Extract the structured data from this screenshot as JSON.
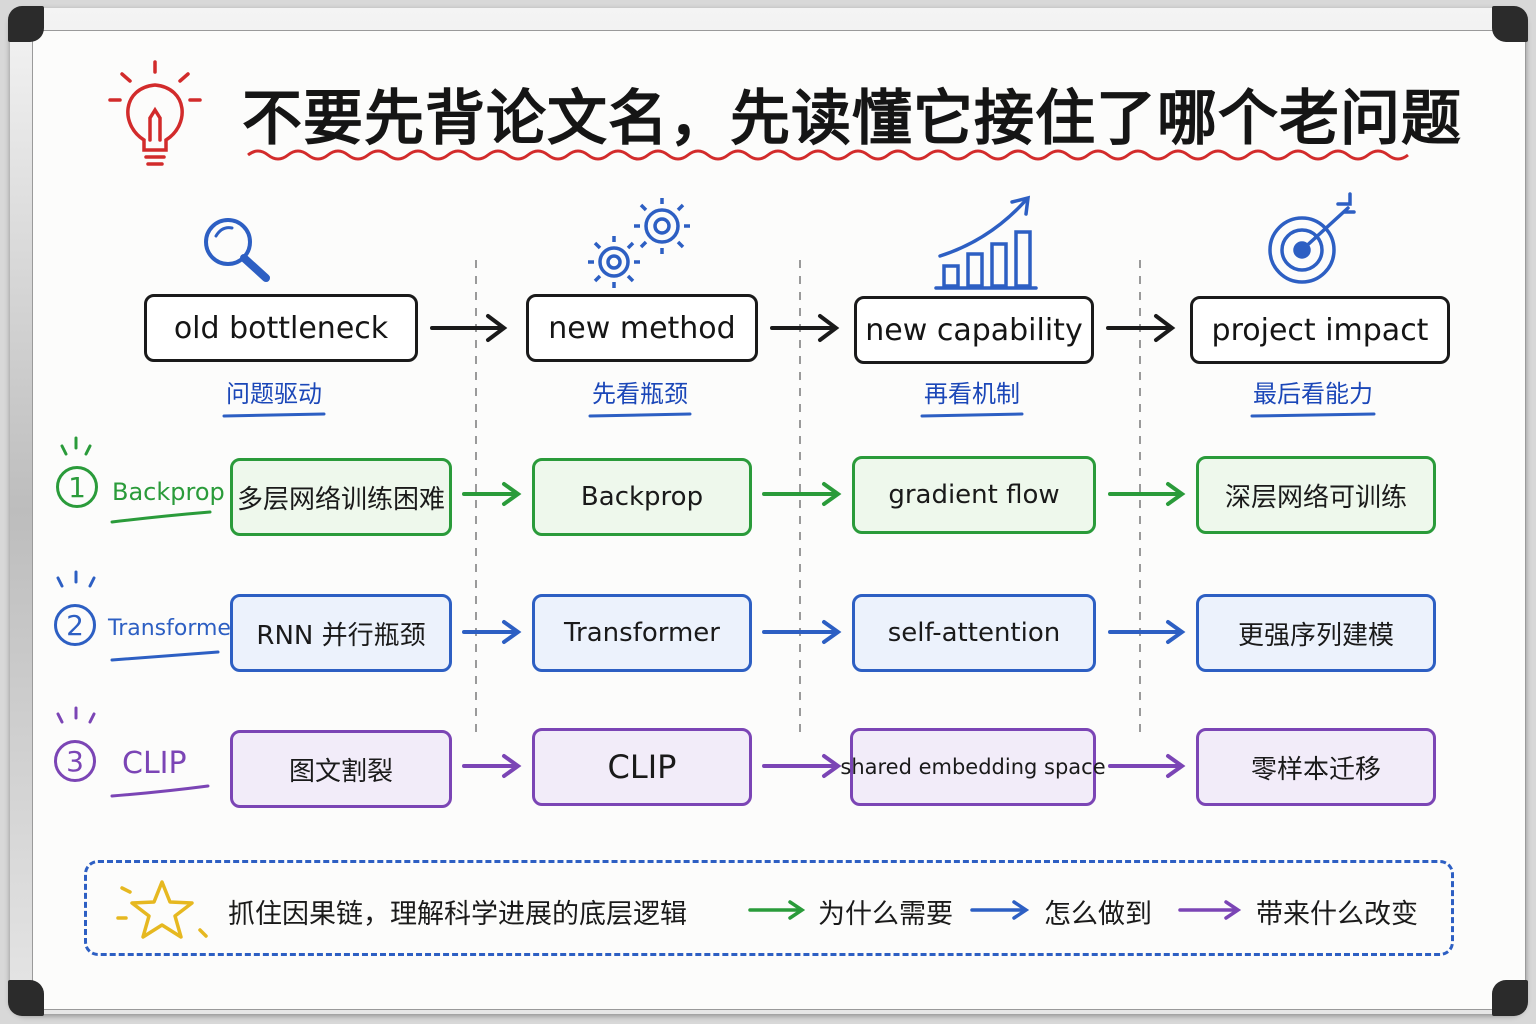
{
  "title": "不要先背论文名，先读懂它接住了哪个老问题",
  "colors": {
    "green": "#2a9b3a",
    "blue": "#2d5fc3",
    "purple": "#7b45b5",
    "red": "#d22b2b",
    "gold": "#e6b820"
  },
  "columns": [
    {
      "header": "old  bottleneck",
      "subtitle": "问题驱动",
      "icon": "magnifier-icon"
    },
    {
      "header": "new  method",
      "subtitle": "先看瓶颈",
      "icon": "gears-icon"
    },
    {
      "header": "new capability",
      "subtitle": "再看机制",
      "icon": "growth-chart-icon"
    },
    {
      "header": "project  impact",
      "subtitle": "最后看能力",
      "icon": "target-icon"
    }
  ],
  "rows": [
    {
      "number": "1",
      "label": "Backprop",
      "cells": [
        "多层网络训练困难",
        "Backprop",
        "gradient  flow",
        "深层网络可训练"
      ]
    },
    {
      "number": "2",
      "label": "Transformer",
      "cells": [
        "RNN 并行瓶颈",
        "Transformer",
        "self-attention",
        "更强序列建模"
      ]
    },
    {
      "number": "3",
      "label": "CLIP",
      "cells": [
        "图文割裂",
        "CLIP",
        "shared embedding space",
        "零样本迁移"
      ]
    }
  ],
  "footer": {
    "main": "抓住因果链，理解科学进展的底层逻辑",
    "steps": [
      "为什么需要",
      "怎么做到",
      "带来什么改变"
    ]
  }
}
